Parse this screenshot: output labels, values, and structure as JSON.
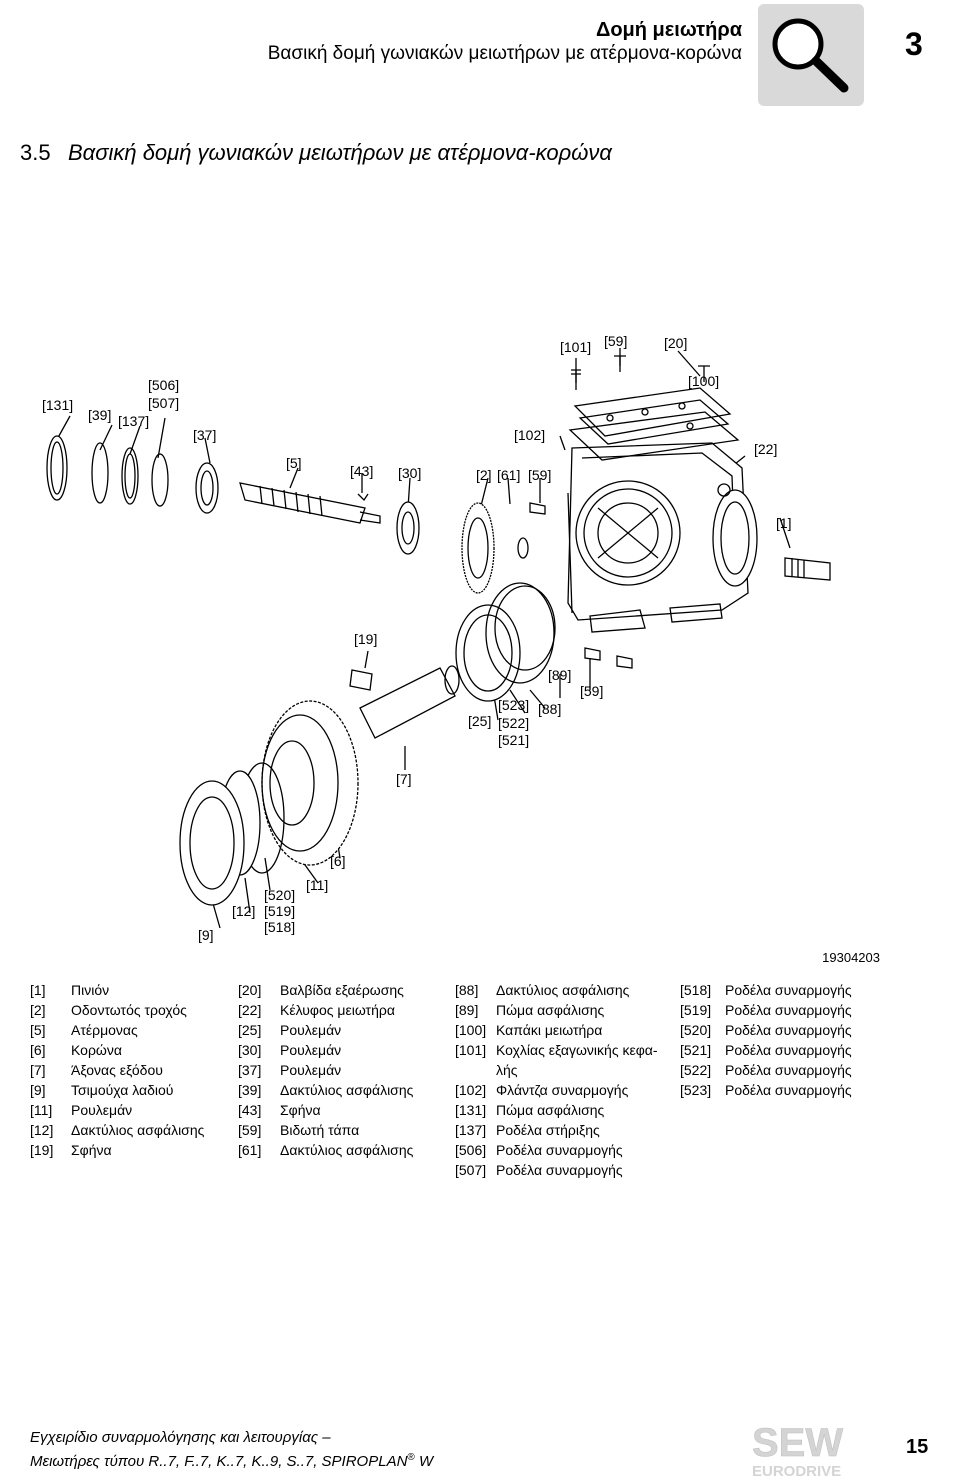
{
  "header": {
    "title": "Δομή μειωτήρα",
    "subtitle": "Βασική δομή γωνιακών μειωτήρων με ατέρμονα-κορώνα",
    "chapter": "3",
    "icon": "magnifier-icon"
  },
  "section": {
    "number": "3.5",
    "title": "Βασική δομή γωνιακών μειωτήρων με ατέρμονα-κορώνα"
  },
  "figure": {
    "id": "19304203",
    "callouts": [
      "[59]",
      "[101]",
      "[20]",
      "[100]",
      "[506]",
      "[507]",
      "[131]",
      "[39]",
      "[137]",
      "[37]",
      "[102]",
      "[22]",
      "[5]",
      "[43]",
      "[30]",
      "[2]",
      "[61]",
      "[59]",
      "[1]",
      "[19]",
      "[89]",
      "[59]",
      "[523]",
      "[88]",
      "[25]",
      "[522]",
      "[521]",
      "[7]",
      "[6]",
      "[11]",
      "[520]",
      "[12]",
      "[519]",
      "[518]",
      "[9]"
    ]
  },
  "legend": {
    "col1": [
      {
        "key": "[1]",
        "value": "Πινιόν"
      },
      {
        "key": "[2]",
        "value": "Οδοντωτός τροχός"
      },
      {
        "key": "[5]",
        "value": "Ατέρμονας"
      },
      {
        "key": "[6]",
        "value": "Κορώνα"
      },
      {
        "key": "[7]",
        "value": "Άξονας εξόδου"
      },
      {
        "key": "[9]",
        "value": "Τσιμούχα λαδιού"
      },
      {
        "key": "[11]",
        "value": "Ρουλεμάν"
      },
      {
        "key": "[12]",
        "value": "Δακτύλιος ασφάλισης"
      },
      {
        "key": "[19]",
        "value": "Σφήνα"
      }
    ],
    "col2": [
      {
        "key": "[20]",
        "value": "Βαλβίδα εξαέρωσης"
      },
      {
        "key": "[22]",
        "value": "Κέλυφος μειωτήρα"
      },
      {
        "key": "[25]",
        "value": "Ρουλεμάν"
      },
      {
        "key": "[30]",
        "value": "Ρουλεμάν"
      },
      {
        "key": "[37]",
        "value": "Ρουλεμάν"
      },
      {
        "key": "[39]",
        "value": "Δακτύλιος ασφάλισης"
      },
      {
        "key": "[43]",
        "value": "Σφήνα"
      },
      {
        "key": "[59]",
        "value": "Βιδωτή τάπα"
      },
      {
        "key": "[61]",
        "value": "Δακτύλιος ασφάλισης"
      }
    ],
    "col3": [
      {
        "key": "[88]",
        "value": "Δακτύλιος ασφάλισης"
      },
      {
        "key": "[89]",
        "value": "Πώμα ασφάλισης"
      },
      {
        "key": "[100]",
        "value": "Καπάκι μειωτήρα"
      },
      {
        "key": "[101]",
        "value": "Κοχλίας εξαγωνικής κεφα-λής"
      },
      {
        "key": "[102]",
        "value": "Φλάντζα συναρμογής"
      },
      {
        "key": "[131]",
        "value": "Πώμα ασφάλισης"
      },
      {
        "key": "[137]",
        "value": "Ροδέλα στήριξης"
      },
      {
        "key": "[506]",
        "value": "Ροδέλα συναρμογής"
      },
      {
        "key": "[507]",
        "value": "Ροδέλα συναρμογής"
      }
    ],
    "col4": [
      {
        "key": "[518]",
        "value": "Ροδέλα συναρμογής"
      },
      {
        "key": "[519]",
        "value": "Ροδέλα συναρμογής"
      },
      {
        "key": "[520]",
        "value": "Ροδέλα συναρμογής"
      },
      {
        "key": "[521]",
        "value": "Ροδέλα συναρμογής"
      },
      {
        "key": "[522]",
        "value": "Ροδέλα συναρμογής"
      },
      {
        "key": "[523]",
        "value": "Ροδέλα συναρμογής"
      }
    ]
  },
  "footer": {
    "line1": "Εγχειρίδιο συναρμολόγησης και λειτουργίας –",
    "line2": "Μειωτήρες τύπου R..7, F..7, K..7, K..9, S..7, SPIROPLAN",
    "reg": "®",
    "suffix": " W",
    "page": "15",
    "logo_sew": "SEW",
    "logo_eurodrive": "EURODRIVE"
  }
}
